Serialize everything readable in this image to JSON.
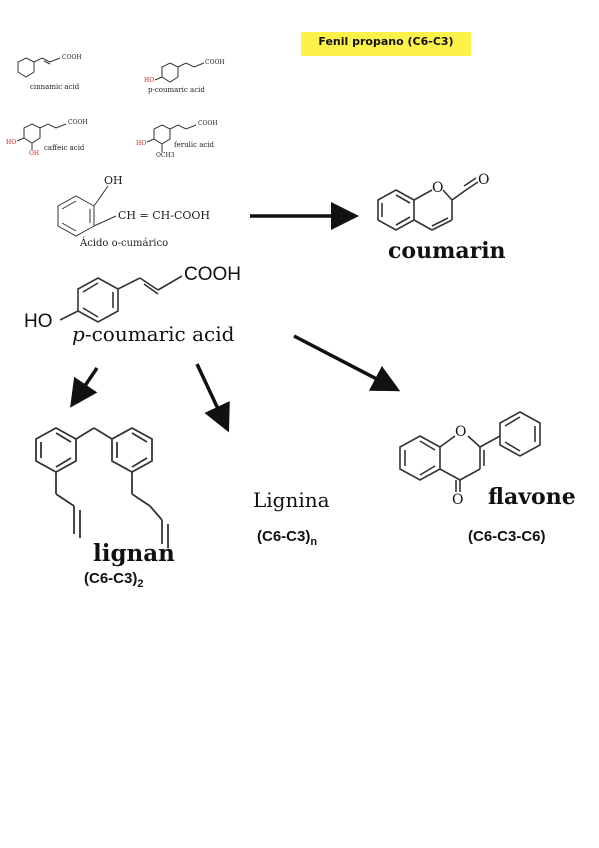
{
  "header": {
    "title": "Fenil propano (C6-C3)"
  },
  "small_structures": {
    "cinnamic": {
      "name": "cinnamic acid",
      "cooh": "COOH"
    },
    "p_coumaric": {
      "name": "p-coumaric acid",
      "cooh": "COOH",
      "ho": "HO"
    },
    "caffeic": {
      "name": "caffeic acid",
      "cooh": "COOH",
      "ho": "HO",
      "oh": "OH"
    },
    "ferulic": {
      "name": "ferulic acid",
      "cooh": "COOH",
      "ho": "HO",
      "och3": "OCH3"
    }
  },
  "o_coumaric": {
    "oh": "OH",
    "chain": "CH = CH-COOH",
    "name": "Ácido o-cumárico"
  },
  "coumarin": {
    "name": "coumarin",
    "ring_o": "O",
    "carbonyl_o": "O"
  },
  "p_coumaric_big": {
    "cooh": "COOH",
    "ho": "HO",
    "name_prefix": "p",
    "name": "-coumaric acid"
  },
  "lignan": {
    "name": "lignan",
    "formula": "(C6-C3)",
    "subscript": "2"
  },
  "lignina": {
    "name": "Lignina",
    "formula": "(C6-C3)",
    "subscript": "n"
  },
  "flavone": {
    "name": "flavone",
    "formula": "(C6-C3-C6)",
    "ring_o": "O",
    "carbonyl_o": "O"
  }
}
